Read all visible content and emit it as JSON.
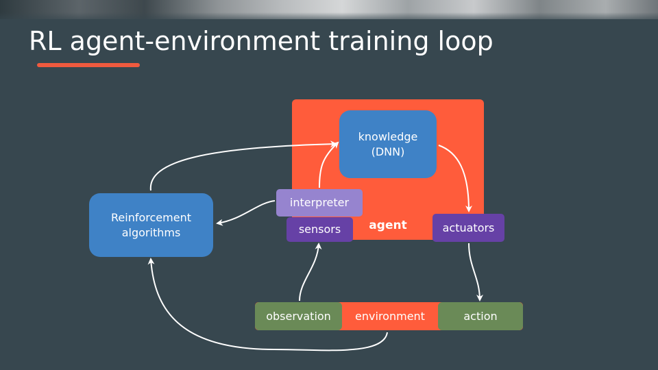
{
  "title": "RL agent-environment training loop",
  "colors": {
    "background": "#37474f",
    "accent": "#f05a3e",
    "agent": "#ff5c3b",
    "blue_box": "#3f82c6",
    "purple_box": "#6641a6",
    "interpreter_box": "#9684cf",
    "green_box": "#6a8a57",
    "arrow": "#ffffff"
  },
  "diagram": {
    "agent": "agent",
    "knowledge": [
      "knowledge",
      "(DNN)"
    ],
    "reinforcement": [
      "Reinforcement",
      "algorithms"
    ],
    "interpreter": "interpreter",
    "sensors": "sensors",
    "actuators": "actuators",
    "observation": "observation",
    "environment": "environment",
    "action": "action"
  }
}
